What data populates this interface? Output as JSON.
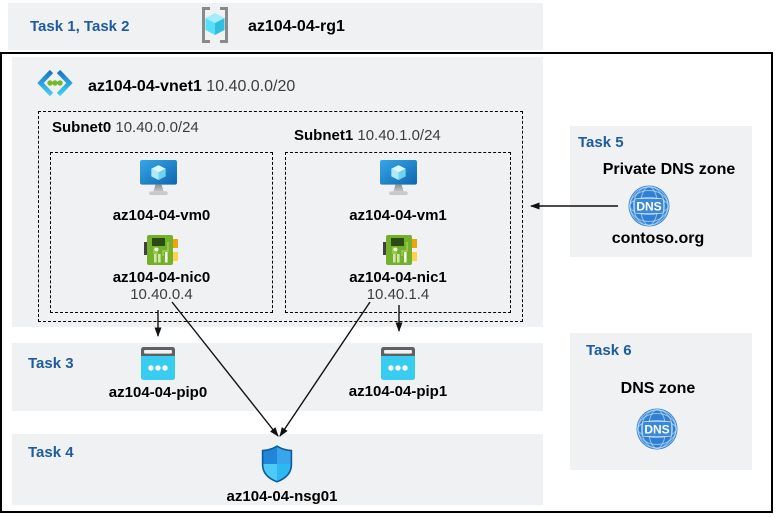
{
  "header": {
    "tasks": "Task 1, Task 2",
    "resource_group": "az104-04-rg1"
  },
  "vnet": {
    "name": "az104-04-vnet1",
    "cidr": "10.40.0.0/20",
    "subnets": [
      {
        "name": "Subnet0",
        "cidr": "10.40.0.0/24",
        "vm_name": "az104-04-vm0",
        "nic_name": "az104-04-nic0",
        "private_ip": "10.40.0.4"
      },
      {
        "name": "Subnet1",
        "cidr": "10.40.1.0/24",
        "vm_name": "az104-04-vm1",
        "nic_name": "az104-04-nic1",
        "private_ip": "10.40.1.4"
      }
    ]
  },
  "task3": {
    "label": "Task 3",
    "pip0": "az104-04-pip0",
    "pip1": "az104-04-pip1"
  },
  "task4": {
    "label": "Task 4",
    "nsg": "az104-04-nsg01"
  },
  "task5": {
    "label": "Task 5",
    "title": "Private DNS zone",
    "zone": "contoso.org",
    "icon_text": "DNS"
  },
  "task6": {
    "label": "Task 6",
    "title": "DNS zone",
    "icon_text": "DNS"
  },
  "colors": {
    "task_heading": "#1e5c9e",
    "panel_bg": "#f0f1f2",
    "secondary_text": "#3d3d3d",
    "arrow": "#111111",
    "vm_blue": "#1385dd",
    "cyan": "#38cdf0",
    "nic_green": "#74b02c",
    "dns_blue": "#2d80d3",
    "shield_blue": "#1f86da"
  }
}
